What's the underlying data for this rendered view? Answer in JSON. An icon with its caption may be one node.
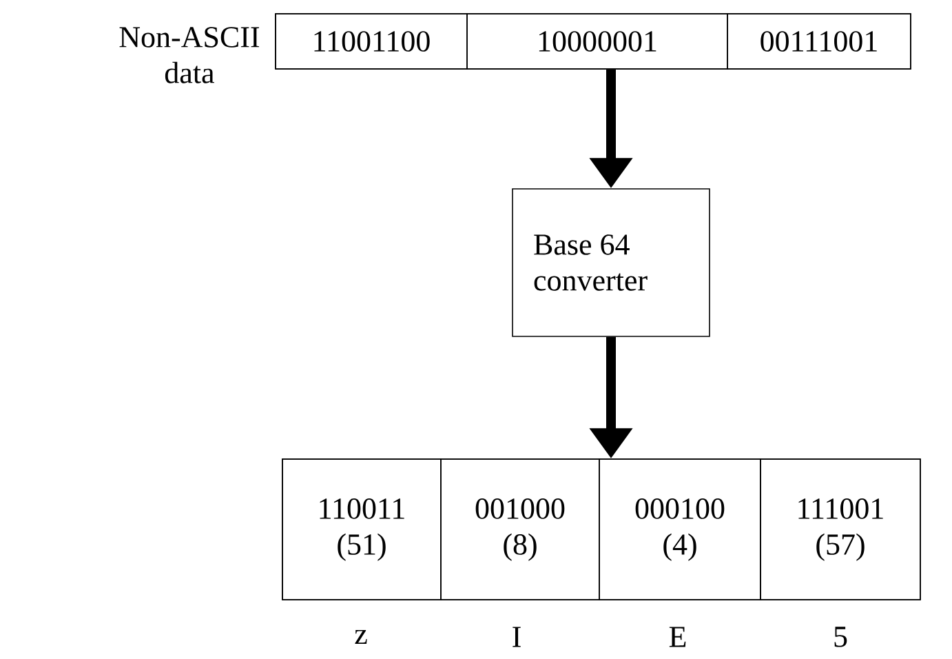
{
  "diagram": {
    "nodes": [
      {
        "text": [],
        "shape": "box",
        "beside": [
          "Non-ASCII data"
        ]
      },
      {
        "text": [
          "11001100"
        ],
        "in": 0
      },
      {
        "text": [
          "10000001"
        ],
        "in": 0
      },
      {
        "text": [
          "00111001"
        ],
        "in": 0
      },
      {
        "text": [
          "Base 64 converter"
        ]
      },
      {
        "text": [],
        "shape": "box"
      },
      {
        "text": [
          "110011",
          "(51)"
        ],
        "in": 5
      },
      {
        "text": [
          "001000",
          "(8)"
        ],
        "in": 5
      },
      {
        "text": [
          "000100",
          "(4)"
        ],
        "in": 5
      },
      {
        "text": [
          "111001",
          "(57)"
        ],
        "in": 5
      }
    ],
    "edges": [
      {
        "from": 0,
        "to": 4,
        "arrow": "to"
      },
      {
        "from": 4,
        "to": 5,
        "arrow": "to"
      }
    ],
    "labels": [
      "z",
      "I",
      "E",
      "5"
    ]
  }
}
